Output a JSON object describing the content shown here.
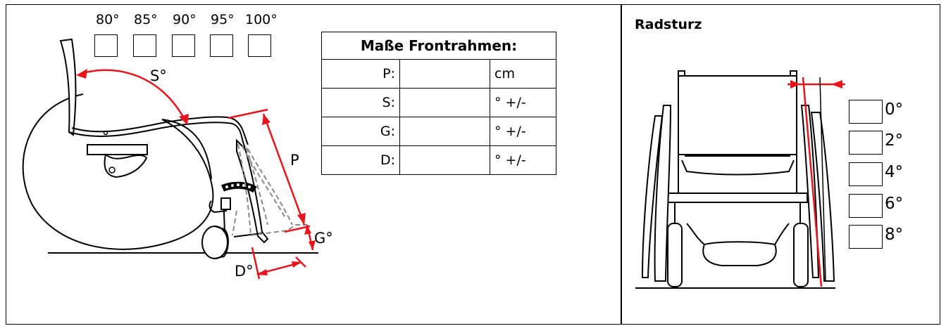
{
  "seat_angle_options": [
    "80°",
    "85°",
    "90°",
    "95°",
    "100°"
  ],
  "dimension_labels": {
    "seat": "S°",
    "length": "P",
    "gap": "G°",
    "depth": "D°"
  },
  "frame_table": {
    "title": "Maße Frontrahmen:",
    "rows": [
      {
        "label": "P:",
        "value": "",
        "unit": "cm"
      },
      {
        "label": "S:",
        "value": "",
        "unit": "° +/-"
      },
      {
        "label": "G:",
        "value": "",
        "unit": "° +/-"
      },
      {
        "label": "D:",
        "value": "",
        "unit": "° +/-"
      }
    ]
  },
  "camber": {
    "title": "Radsturz",
    "options": [
      "0°",
      "2°",
      "4°",
      "6°",
      "8°"
    ]
  },
  "colors": {
    "accent_red": "#e8131b",
    "dash_gray": "#8a8a8a"
  }
}
